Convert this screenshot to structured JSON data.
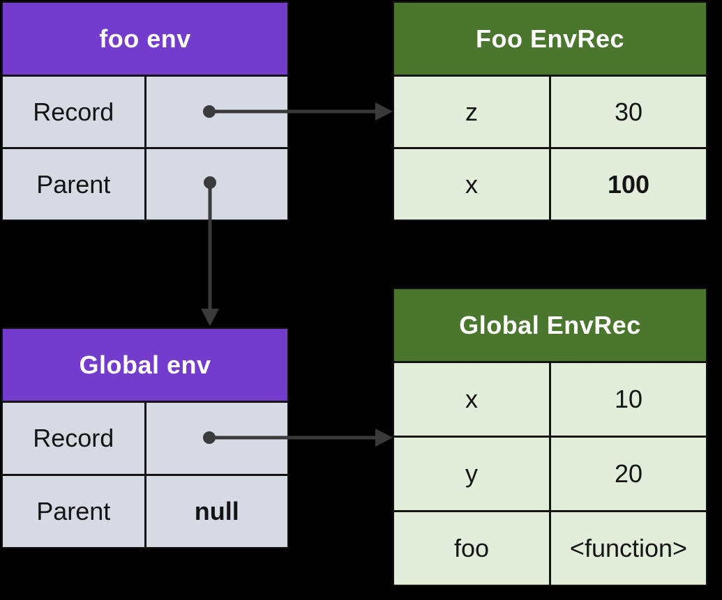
{
  "colors": {
    "canvas_bg": "#000000",
    "env_header_bg": "#743CCB",
    "envrec_header_bg": "#4A762D",
    "env_cell_bg": "#D5DAE3",
    "envrec_cell_bg": "#E2EEDA",
    "header_text": "#FFFFFF",
    "cell_text": "#141414",
    "border": "#131313",
    "arrow": "#3A3A3A"
  },
  "tables": {
    "foo_env": {
      "title": "foo env",
      "rows": [
        {
          "label": "Record",
          "value": ""
        },
        {
          "label": "Parent",
          "value": ""
        }
      ]
    },
    "foo_envrec": {
      "title": "Foo EnvRec",
      "rows": [
        {
          "key": "z",
          "value": "30",
          "bold": false
        },
        {
          "key": "x",
          "value": "100",
          "bold": true
        }
      ]
    },
    "global_env": {
      "title": "Global env",
      "rows": [
        {
          "label": "Record",
          "value": ""
        },
        {
          "label": "Parent",
          "value": "null",
          "bold": true
        }
      ]
    },
    "global_envrec": {
      "title": "Global EnvRec",
      "rows": [
        {
          "key": "x",
          "value": "10",
          "bold": false
        },
        {
          "key": "y",
          "value": "20",
          "bold": false
        },
        {
          "key": "foo",
          "value": "<function>",
          "bold": false
        }
      ]
    }
  },
  "arrows": [
    {
      "name": "foo-env-record-arrow",
      "from": "foo env / Record",
      "to": "Foo EnvRec"
    },
    {
      "name": "foo-env-parent-arrow",
      "from": "foo env / Parent",
      "to": "Global env"
    },
    {
      "name": "global-env-record-arrow",
      "from": "Global env / Record",
      "to": "Global EnvRec"
    }
  ]
}
